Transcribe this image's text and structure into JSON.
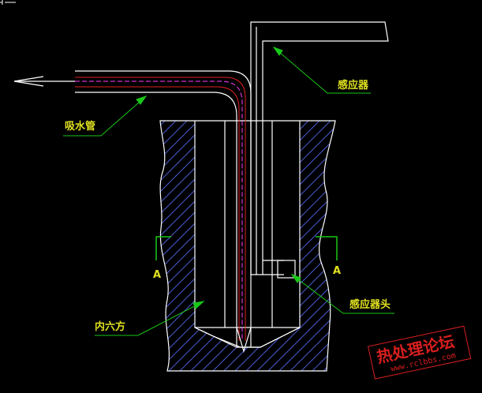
{
  "labels": {
    "sensor": "感应器",
    "suction_pipe": "吸水管",
    "sensor_head": "感应器头",
    "hex_socket": "内六方",
    "section_left": "A",
    "section_right": "A"
  },
  "watermark": {
    "site_name": "热处理论坛",
    "url": "www.rclbbs.com"
  },
  "colors": {
    "background": "#000000",
    "outline": "#ffffff",
    "leader": "#18c818",
    "label": "#e0e020",
    "hatch": "#4a5ad0",
    "pipe_center": "#ff40ff",
    "pipe_inner": "#e02020",
    "watermark": "#d81e1e"
  }
}
